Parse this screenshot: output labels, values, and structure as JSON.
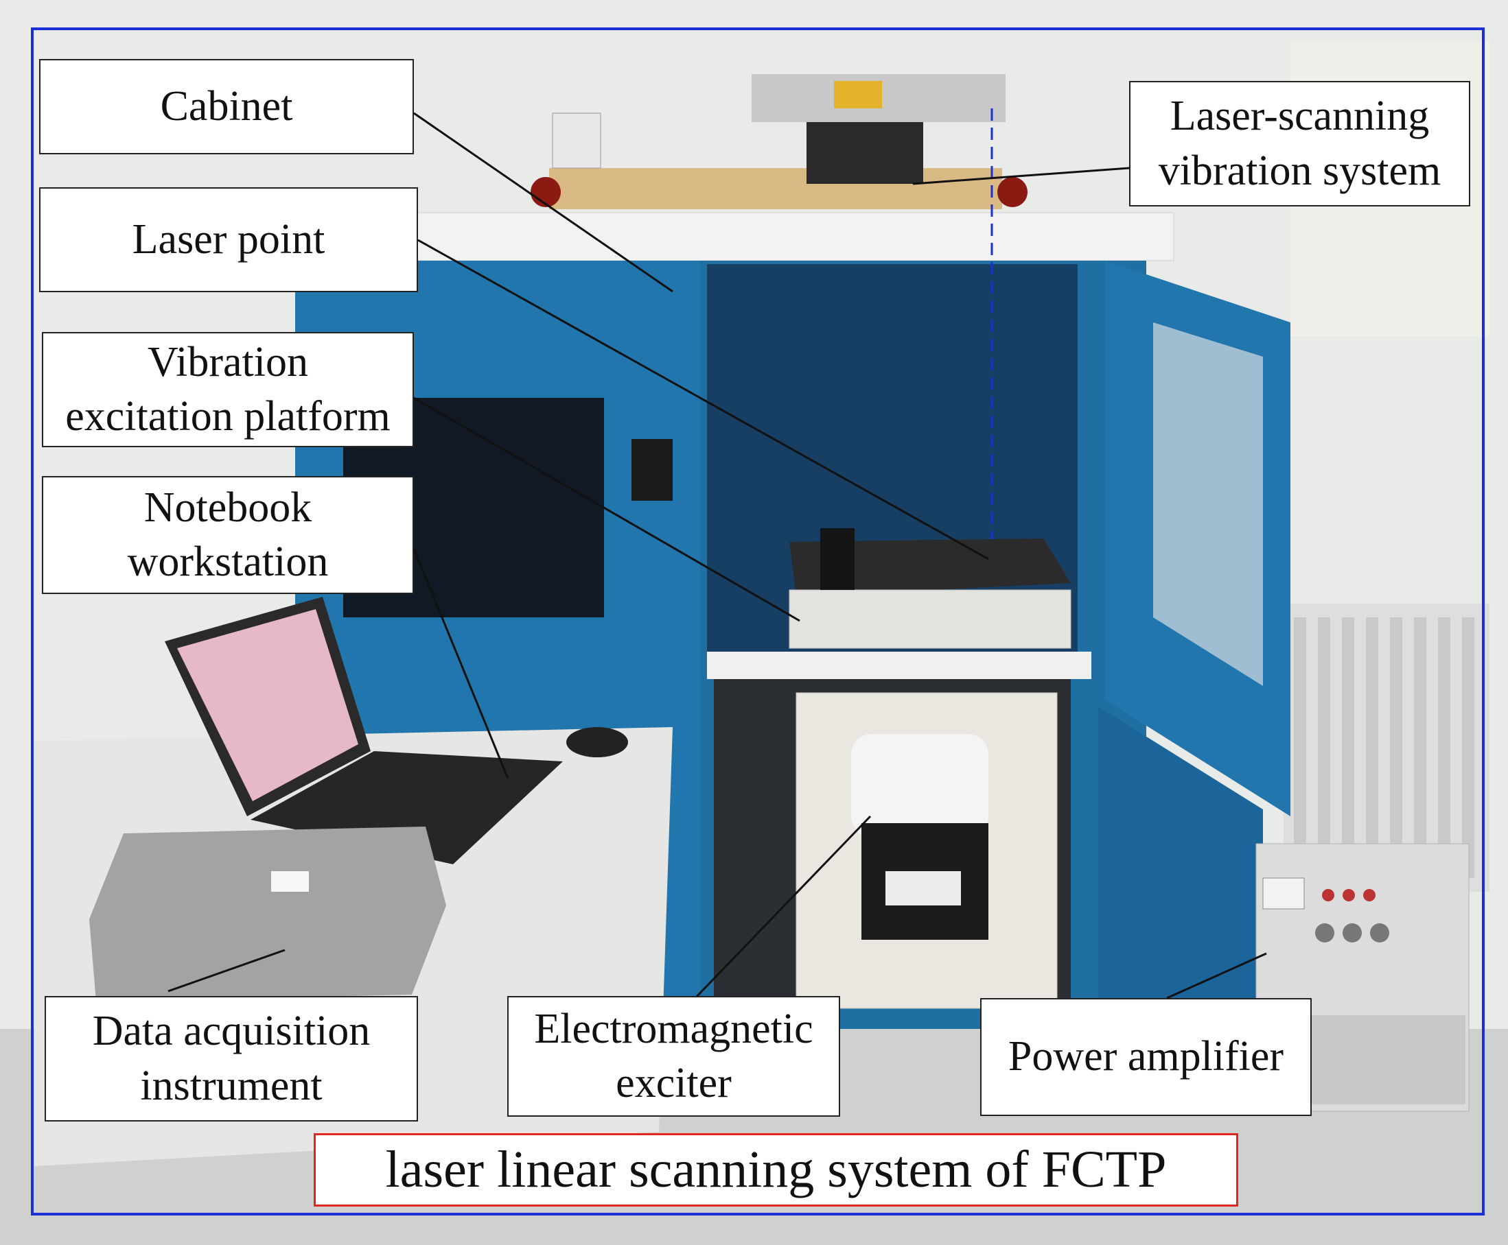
{
  "colors": {
    "frame_border": "#1a30d6",
    "caption_border": "#e0261f",
    "cabinet_blue": "#1f6fa3",
    "laser_line": "#1a30d6",
    "laser_dot": "#e0261f"
  },
  "labels": {
    "cabinet": "Cabinet",
    "laser_point": "Laser point",
    "vibration_excitation_platform": [
      "Vibration",
      "excitation platform"
    ],
    "notebook_workstation": [
      "Notebook",
      "workstation"
    ],
    "laser_scanning_vibration_system": [
      "Laser-scanning",
      "vibration system"
    ],
    "data_acquisition_instrument": [
      "Data acquisition",
      "instrument"
    ],
    "electromagnetic_exciter": [
      "Electromagnetic",
      "exciter"
    ],
    "power_amplifier": "Power amplifier"
  },
  "caption": "laser linear scanning system of FCTP"
}
